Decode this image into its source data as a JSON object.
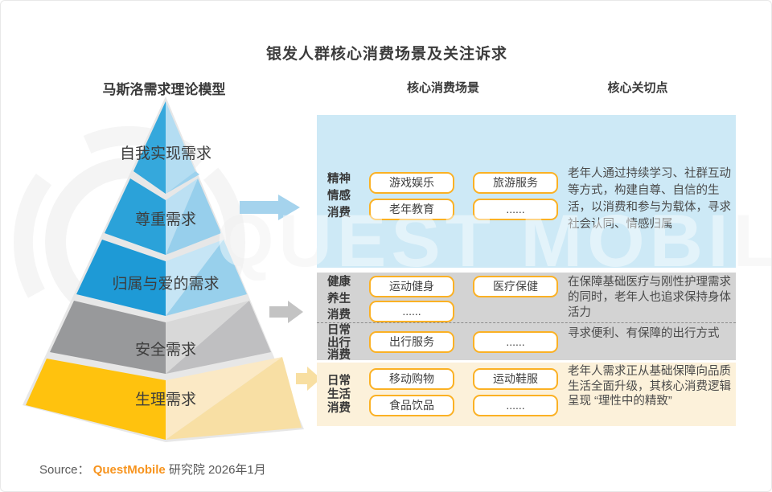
{
  "title": "银发人群核心消费场景及关注诉求",
  "watermark": "QUEST MOBILE",
  "pyramid": {
    "heading": "马斯洛需求理论模型",
    "levels": [
      {
        "label": "自我实现需求"
      },
      {
        "label": "尊重需求"
      },
      {
        "label": "归属与爱的需求"
      },
      {
        "label": "安全需求"
      },
      {
        "label": "生理需求"
      }
    ]
  },
  "columns": {
    "scenarios": "核心消费场景",
    "concerns": "核心关切点"
  },
  "sections": [
    {
      "category_lines": [
        "精神",
        "情感",
        "消费"
      ],
      "pills": [
        [
          "游戏娱乐",
          "旅游服务"
        ],
        [
          "老年教育",
          "......"
        ]
      ],
      "concern": "老年人通过持续学习、社群互动等方式，构建自尊、自信的生活，以消费和参与为载体，寻求社会认同、情感归属"
    },
    {
      "category_lines": [
        "健康",
        "养生",
        "消费"
      ],
      "pills": [
        [
          "运动健身",
          "医疗保健"
        ],
        [
          "......"
        ]
      ],
      "concern": "在保障基础医疗与刚性护理需求的同时，老年人也追求保持身体活力"
    },
    {
      "category_lines": [
        "日常",
        "出行",
        "消费"
      ],
      "pills": [
        [
          "出行服务",
          "......"
        ]
      ],
      "concern": "寻求便利、有保障的出行方式"
    },
    {
      "category_lines": [
        "日常",
        "生活",
        "消费"
      ],
      "pills": [
        [
          "移动购物",
          "运动鞋服"
        ],
        [
          "食品饮品",
          "......"
        ]
      ],
      "concern": "老年人需求正从基础保障向品质生活全面升级，其核心消费逻辑呈现 “理性中的精致”"
    }
  ],
  "colors": {
    "panel_blue": "#cde9f6",
    "panel_gray": "#d3d3d3",
    "panel_yellow": "#fcf1da",
    "pill_border": "#fbb124",
    "brand_orange": "#f7941e",
    "pyramid_blue": "#1e9ad6",
    "pyramid_gray": "#98999b",
    "pyramid_yellow": "#ffc20e"
  },
  "source": {
    "prefix": "Source：",
    "brand": "QuestMobile",
    "suffix": " 研究院 2026年1月"
  }
}
